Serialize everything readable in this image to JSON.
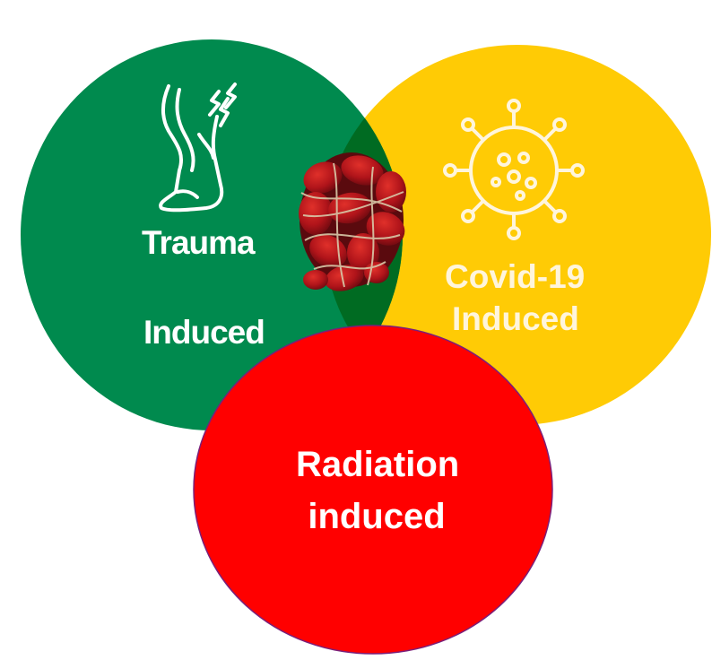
{
  "diagram": {
    "type": "venn",
    "sets": [
      {
        "id": "trauma",
        "line1": "Trauma",
        "line2": "Induced",
        "color": "#008a4e",
        "icon": "leg-pain-icon"
      },
      {
        "id": "covid",
        "line1": "Covid-19",
        "line2": "Induced",
        "color": "#ffcb05",
        "icon": "virus-icon"
      },
      {
        "id": "radiation",
        "line1": "Radiation",
        "line2": "induced",
        "color": "#ff0000"
      }
    ],
    "intersection": {
      "color": "#006b22",
      "icon": "blood-clot-icon"
    }
  }
}
